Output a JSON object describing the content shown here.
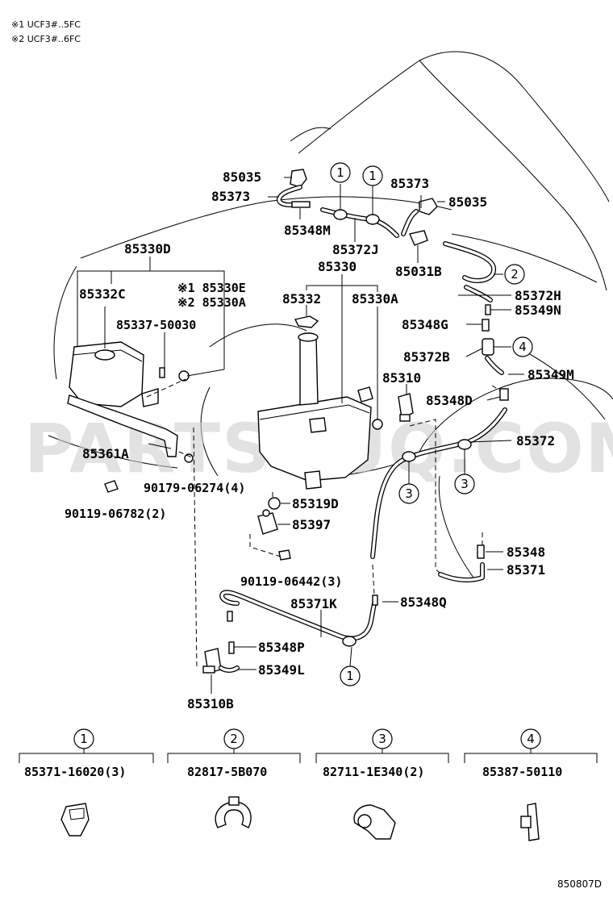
{
  "notes": [
    "※1 UCF3#..5FC",
    "※2 UCF3#..6FC"
  ],
  "watermark": "PARTSOUQ.COM",
  "diagram_ref": "850807D",
  "callouts": {
    "c1": "1",
    "c2": "2",
    "c3": "3",
    "c4": "4"
  },
  "parts": {
    "p85035_l": "85035",
    "p85373_l": "85373",
    "p85348M": "85348M",
    "p85372J": "85372J",
    "p85373_r": "85373",
    "p85035_r": "85035",
    "p85031B": "85031B",
    "p85372H": "85372H",
    "p85349N": "85349N",
    "p85348G": "85348G",
    "p85372B": "85372B",
    "p85349M": "85349M",
    "p85310": "85310",
    "p85348D": "85348D",
    "p85372": "85372",
    "p85330D": "85330D",
    "p85332C": "85332C",
    "p85330E": "※1 85330E",
    "p85330A_l": "※2 85330A",
    "p85337": "85337-50030",
    "p85330": "85330",
    "p85332": "85332",
    "p85330A_r": "85330A",
    "p85361A": "85361A",
    "p90179": "90179-06274(4)",
    "p90119_a": "90119-06782(2)",
    "p85319D": "85319D",
    "p85397": "85397",
    "p90119_b": "90119-06442(3)",
    "p85348": "85348",
    "p85371": "85371",
    "p85371K": "85371K",
    "p85348Q": "85348Q",
    "p85348P": "85348P",
    "p85349L": "85349L",
    "p85310B": "85310B"
  },
  "clip_table": [
    {
      "key": "1",
      "part": "85371-16020(3)"
    },
    {
      "key": "2",
      "part": "82817-5B070"
    },
    {
      "key": "3",
      "part": "82711-1E340(2)"
    },
    {
      "key": "4",
      "part": "85387-50110"
    }
  ]
}
